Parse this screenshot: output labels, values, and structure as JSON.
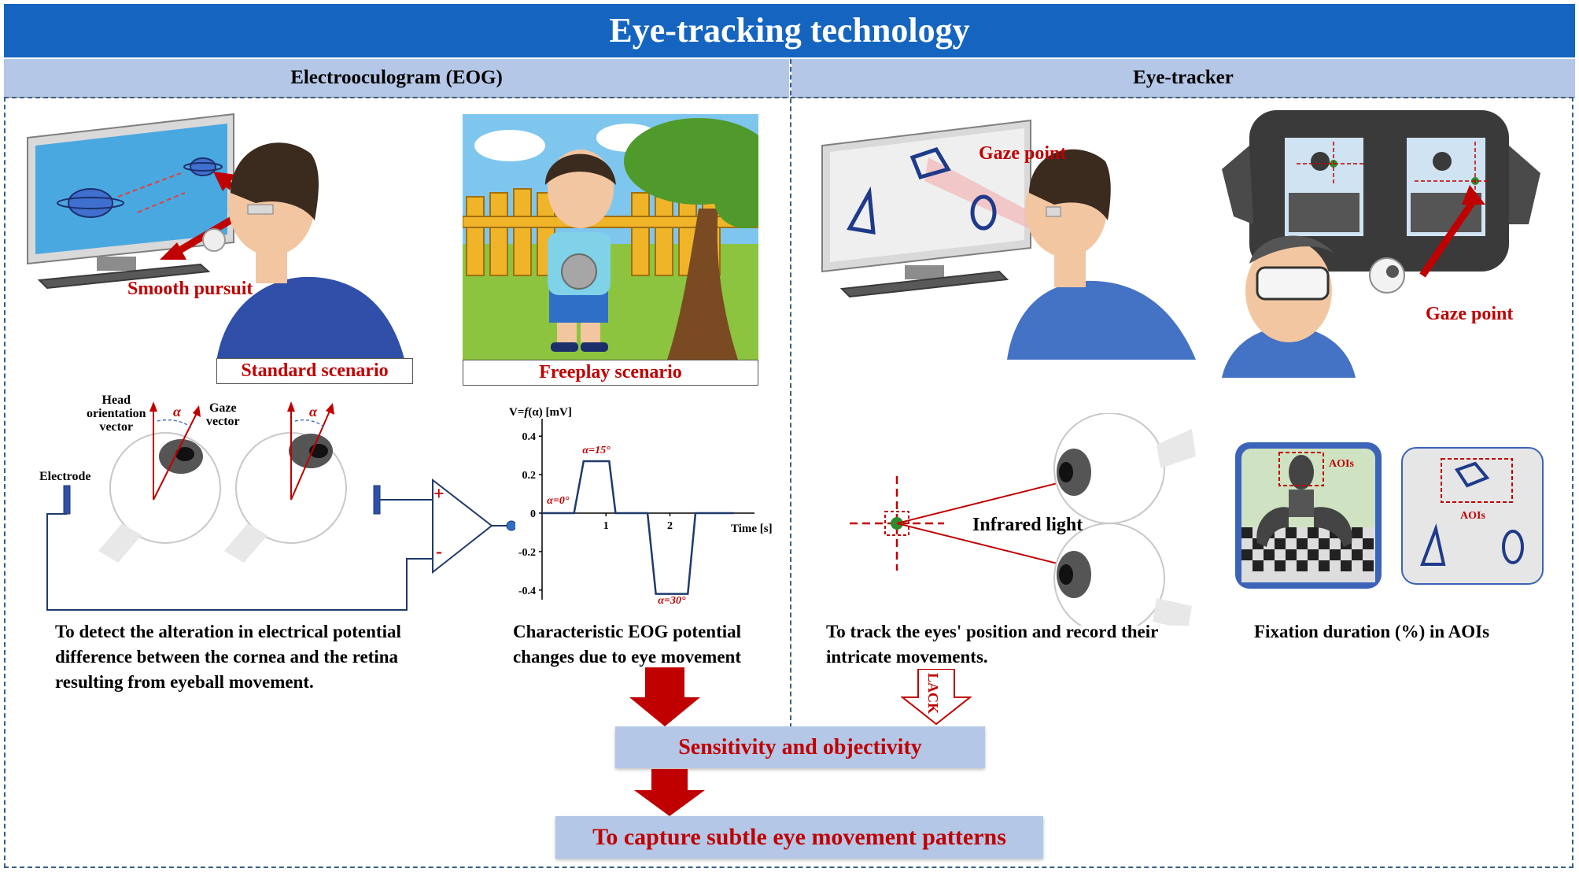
{
  "title": "Eye-tracking technology",
  "sections": {
    "eog": {
      "header": "Electrooculogram  (EOG)",
      "smooth_pursuit": "Smooth pursuit",
      "standard_scenario": "Standard scenario",
      "freeplay_scenario": "Freeplay scenario",
      "head_orientation": [
        "Head",
        "orientation",
        "vector"
      ],
      "gaze_vector": [
        "Gaze",
        "vector"
      ],
      "alpha": "α",
      "electrode": "Electrode",
      "plus": "+",
      "minus": "-",
      "description": "To detect the alteration in electrical potential difference between the cornea and the retina resulting from eyeball movement.",
      "chart_caption": "Characteristic EOG potential changes due to eye movement"
    },
    "eye_tracker": {
      "header": "Eye-tracker",
      "gaze_point": "Gaze point",
      "gaze_point_vr": "Gaze point",
      "infrared_light": "Infrared light",
      "aois": "AOIs",
      "description": "To track the eyes' position and record their intricate movements.",
      "fixation_caption": "Fixation duration (%) in AOIs",
      "lack": "LACK"
    }
  },
  "results": {
    "sensitivity": "Sensitivity and objectivity",
    "capture": "To capture subtle eye movement patterns"
  },
  "chart_data": {
    "type": "line",
    "ylabel_prefix": "V=",
    "ylabel_func": "f",
    "ylabel_suffix": "(α) [mV]",
    "xlabel": "Time [s]",
    "xlim": [
      0,
      3.2
    ],
    "ylim": [
      -0.45,
      0.45
    ],
    "xticks": [
      1,
      2
    ],
    "yticks": [
      0.4,
      0.2,
      0,
      -0.2,
      -0.4
    ],
    "ytick_labels": [
      "0.4",
      "0.2",
      "0",
      "-0.2",
      "-0.4"
    ],
    "series": [
      {
        "x": [
          0,
          0.5,
          0.65,
          1.05,
          1.15,
          1.65,
          1.78,
          2.28,
          2.4,
          3.0
        ],
        "y": [
          0,
          0,
          0.27,
          0.27,
          0,
          0,
          -0.42,
          -0.42,
          0,
          0
        ]
      }
    ],
    "annotations": [
      {
        "text": "α=0°",
        "x": 0.25,
        "y": 0.05
      },
      {
        "text": "α=15°",
        "x": 0.85,
        "y": 0.31
      },
      {
        "text": "α=30°",
        "x": 2.03,
        "y": -0.47
      }
    ]
  },
  "colors": {
    "title_bar": "#1565c0",
    "section_header": "#b4c7e7",
    "accent_red": "#c00000",
    "result_box": "#b4c7e7",
    "circuit": "#1f3a6b"
  }
}
